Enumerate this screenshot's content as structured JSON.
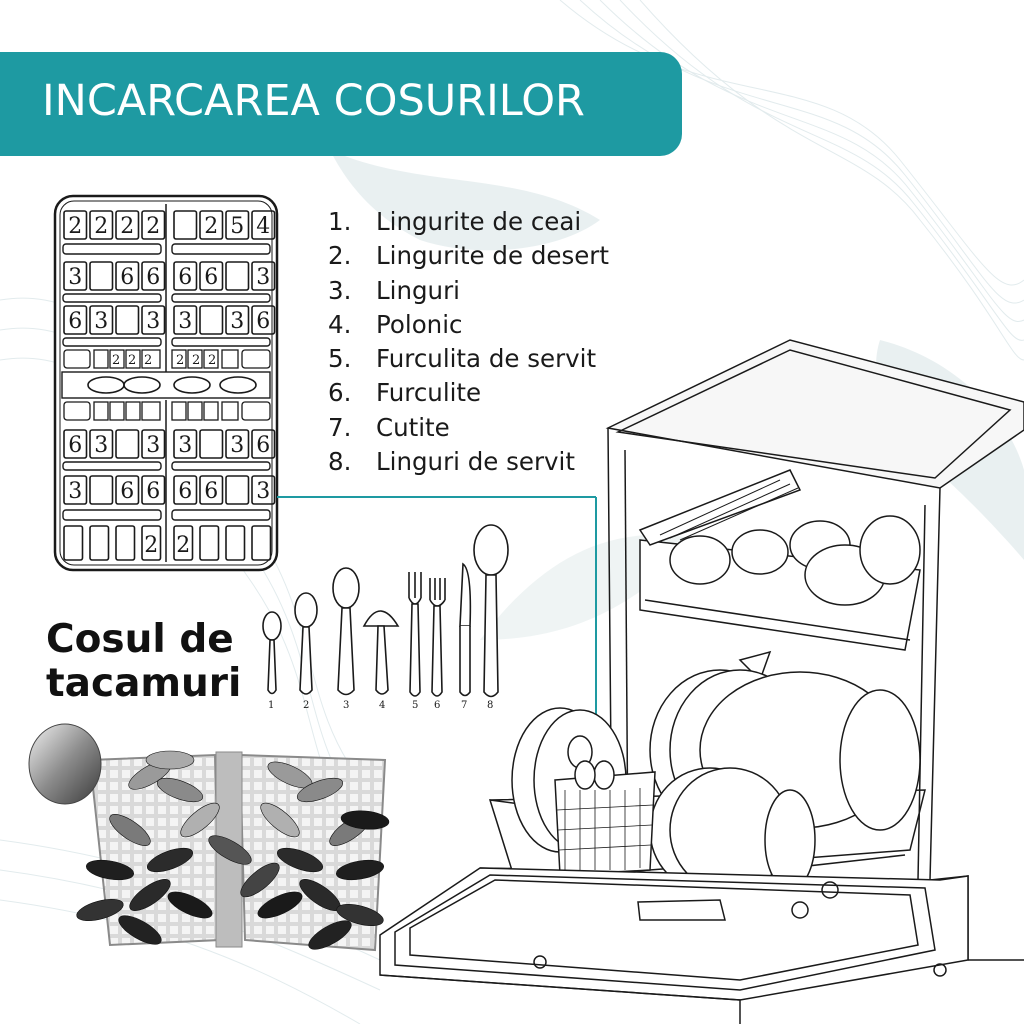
{
  "header": {
    "title": "INCARCAREA COSURILOR"
  },
  "legend": {
    "items": [
      {
        "num": "1.",
        "label": "Lingurite de ceai"
      },
      {
        "num": "2.",
        "label": "Lingurite de desert"
      },
      {
        "num": "3.",
        "label": "Linguri"
      },
      {
        "num": "4.",
        "label": "Polonic"
      },
      {
        "num": "5.",
        "label": "Furculita de servit"
      },
      {
        "num": "6.",
        "label": "Furculite"
      },
      {
        "num": "7.",
        "label": "Cutite"
      },
      {
        "num": "8.",
        "label": "Linguri de servit"
      }
    ]
  },
  "basket_title": {
    "line1": "Cosul de",
    "line2": "tacamuri"
  },
  "layout_grid": {
    "top_rows": [
      [
        "2",
        "2",
        "2",
        "2",
        "",
        "2",
        "5",
        "4"
      ],
      [
        "3",
        "",
        "6",
        "6",
        "6",
        "6",
        "",
        "3"
      ],
      [
        "6",
        "3",
        "",
        "3",
        "3",
        "",
        "3",
        "6"
      ]
    ],
    "bottom_rows": [
      [
        "6",
        "3",
        "",
        "3",
        "3",
        "",
        "3",
        "6"
      ],
      [
        "3",
        "",
        "6",
        "6",
        "6",
        "6",
        "",
        "3"
      ]
    ],
    "last_row": [
      "",
      "",
      "",
      "2",
      "2",
      "",
      "",
      ""
    ]
  },
  "utensil_numbers": [
    "1",
    "2",
    "3",
    "4",
    "5",
    "6",
    "7",
    "8"
  ],
  "colors": {
    "accent": "#1e9aa2",
    "line": "#1a1a1a",
    "wave": "#dfe8ea"
  }
}
